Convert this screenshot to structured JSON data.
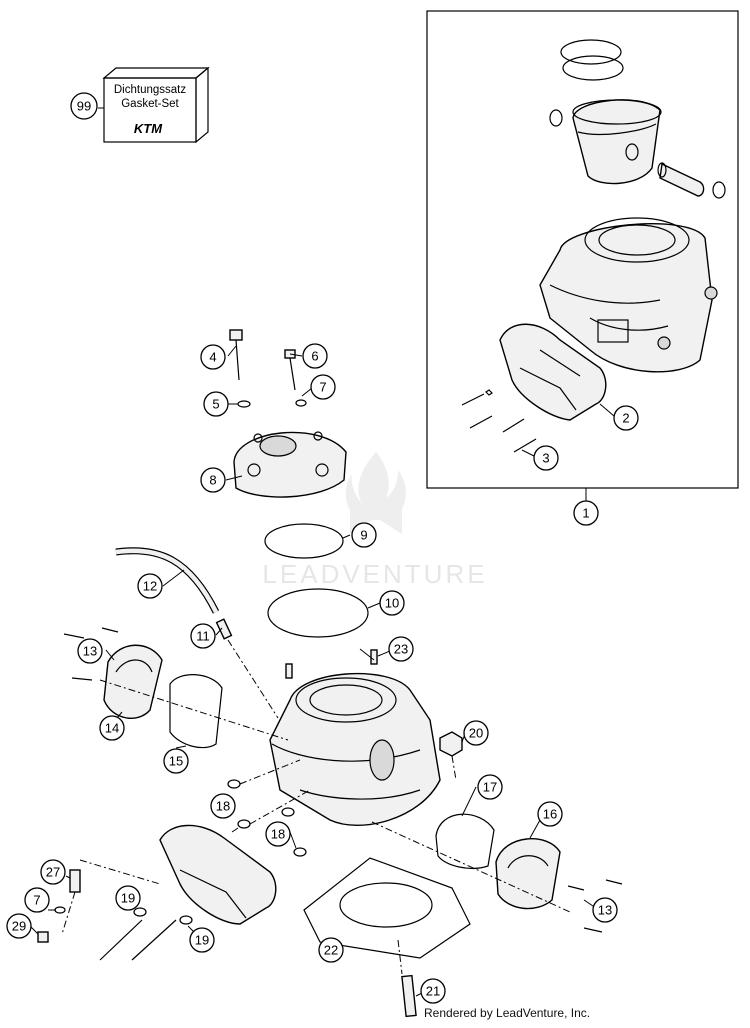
{
  "gasket_box": {
    "line1": "Dichtungssatz",
    "line2": "Gasket-Set",
    "brand": "KTM"
  },
  "watermark": {
    "text": "LEADVENTURE"
  },
  "credit": "Rendered by LeadVenture, Inc.",
  "callouts": [
    "1",
    "2",
    "3",
    "4",
    "5",
    "6",
    "7",
    "8",
    "9",
    "10",
    "11",
    "12",
    "13",
    "13",
    "14",
    "15",
    "16",
    "17",
    "18",
    "18",
    "19",
    "19",
    "20",
    "21",
    "22",
    "23",
    "27",
    "7",
    "29",
    "99"
  ],
  "colors": {
    "line": "#000000",
    "part_fill": "#f1f1f1",
    "watermark": "#e4e4e4"
  }
}
